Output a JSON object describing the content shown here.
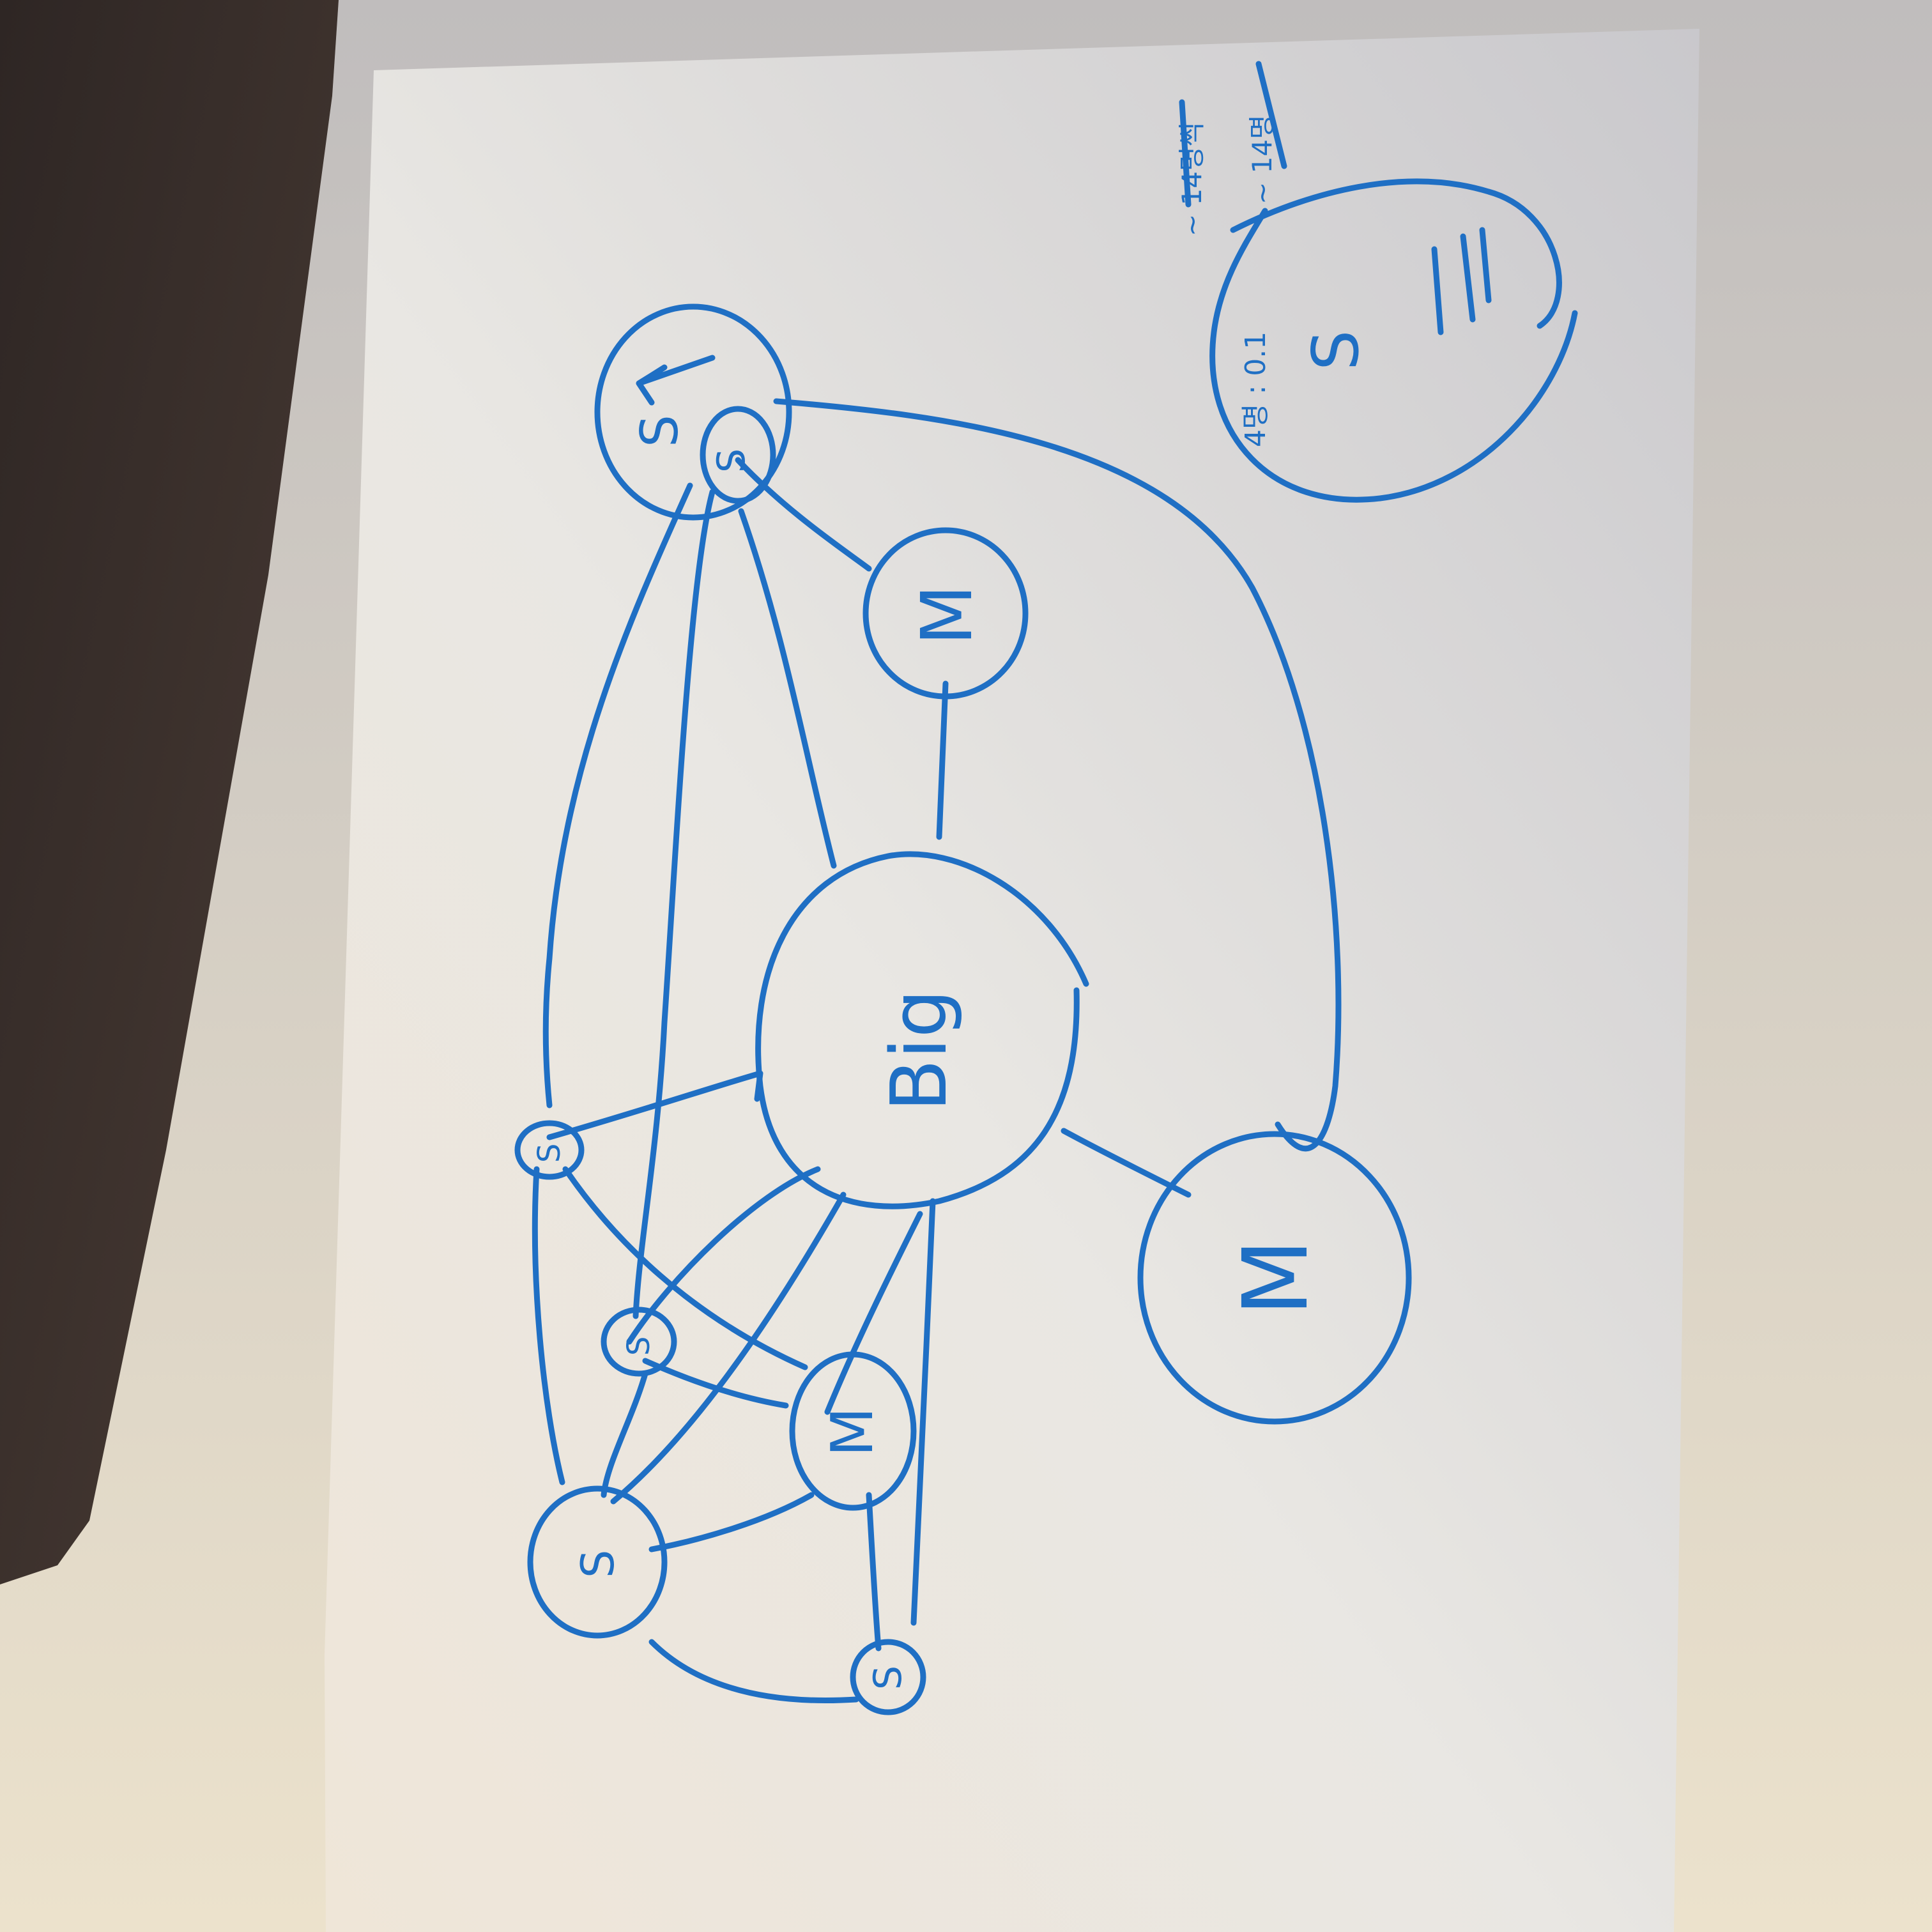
{
  "scene": {
    "description_free": true,
    "ink_color": "#1f6fc4",
    "paper_color": "#eceae6",
    "table_color": "#3a2f2c"
  },
  "nodes": [
    {
      "id": "top-left",
      "label": "S"
    },
    {
      "id": "small-inner",
      "label": "S"
    },
    {
      "id": "m-upper",
      "label": "M"
    },
    {
      "id": "center",
      "label": "Big"
    },
    {
      "id": "m-right",
      "label": "M"
    },
    {
      "id": "s-small-a",
      "label": "S"
    },
    {
      "id": "s-small-b",
      "label": "S"
    },
    {
      "id": "m-lower",
      "label": "M"
    },
    {
      "id": "s-bottom",
      "label": "S"
    },
    {
      "id": "s-tiny",
      "label": "S"
    },
    {
      "id": "legend",
      "label": "S"
    }
  ],
  "legend_notes": {
    "line1": "~ 14명씩",
    "line2": "~ 14명",
    "line3": "4명 : 0.1"
  }
}
